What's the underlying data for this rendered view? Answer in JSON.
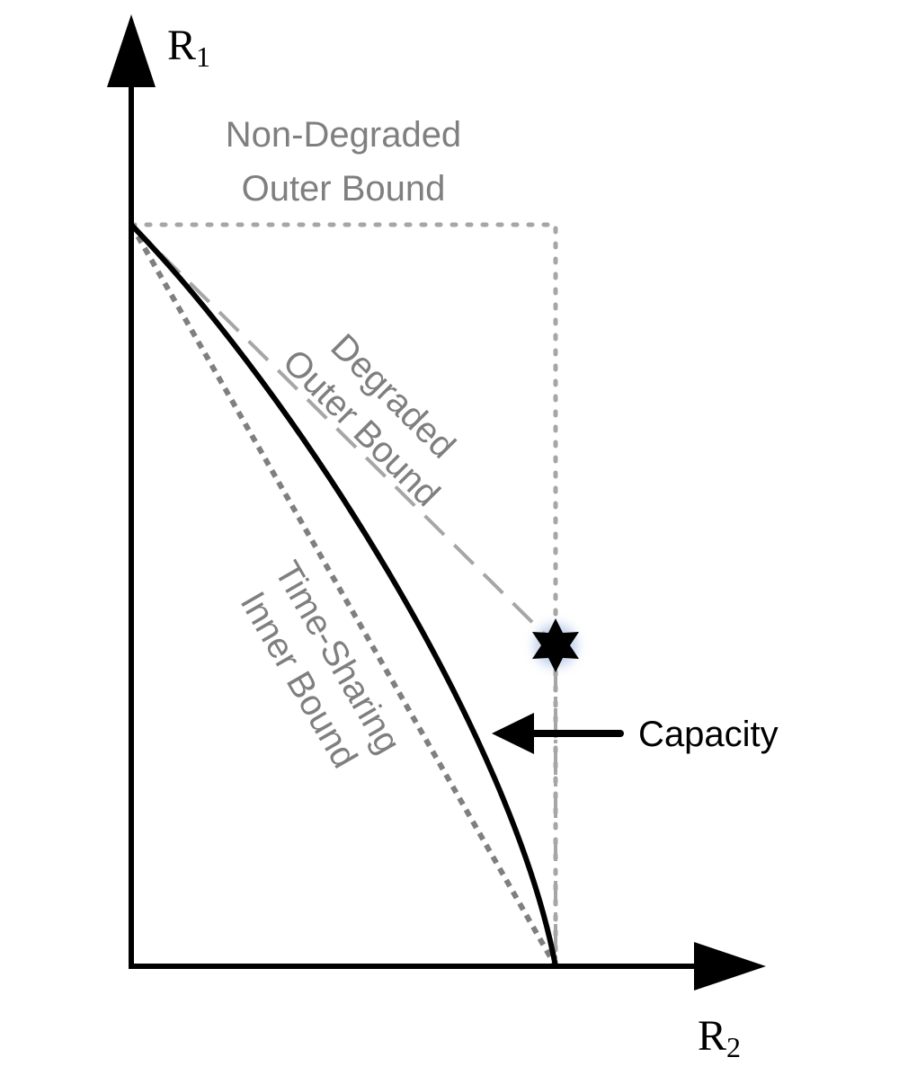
{
  "axes": {
    "y_label_main": "R",
    "y_label_sub": "1",
    "x_label_main": "R",
    "x_label_sub": "2"
  },
  "labels": {
    "non_degraded_line1": "Non-Degraded",
    "non_degraded_line2": "Outer Bound",
    "degraded_line1": "Degraded",
    "degraded_line2": "Outer Bound",
    "time_sharing_line1": "Time-Sharing",
    "time_sharing_line2": "Inner Bound",
    "capacity": "Capacity"
  },
  "colors": {
    "axis": "#000000",
    "capacity_curve": "#000000",
    "non_degraded_bound": "#a6a6a6",
    "degraded_bound": "#a6a6a6",
    "time_sharing_bound": "#7f7f7f",
    "labels": "#7f7f7f",
    "star_glow": "#8ea9db"
  }
}
